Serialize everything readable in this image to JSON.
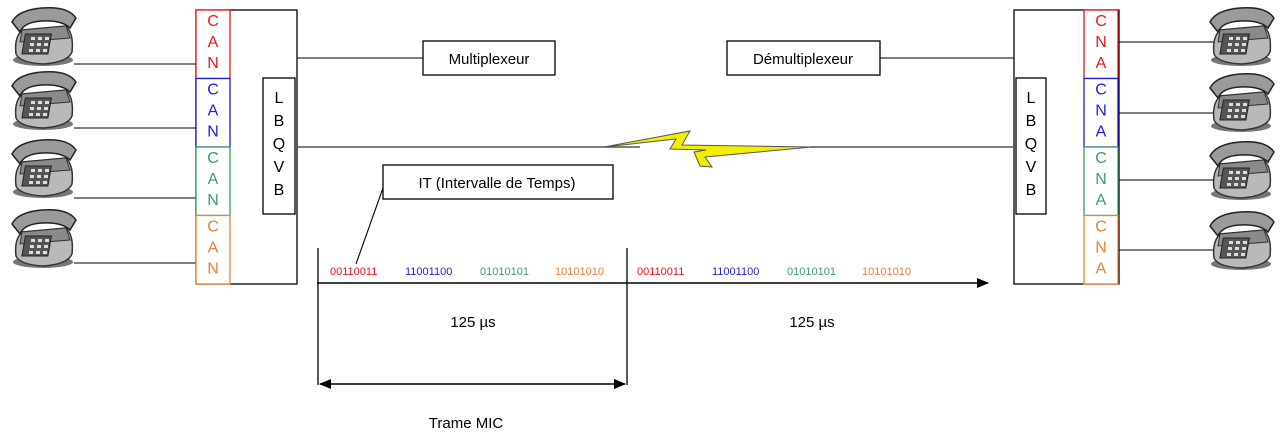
{
  "colors": {
    "red": "#e8161b",
    "blue": "#1d1ddb",
    "green": "#3e9b6a",
    "orange": "#ec7f36",
    "lightning": "#f2ee00"
  },
  "left_converters": [
    {
      "letters": [
        "C",
        "A",
        "N"
      ],
      "color": "#e8161b"
    },
    {
      "letters": [
        "C",
        "A",
        "N"
      ],
      "color": "#1d1ddb"
    },
    {
      "letters": [
        "C",
        "A",
        "N"
      ],
      "color": "#3e9b6a"
    },
    {
      "letters": [
        "C",
        "A",
        "N"
      ],
      "color": "#ec7f36"
    }
  ],
  "right_converters": [
    {
      "letters": [
        "C",
        "N",
        "A"
      ],
      "color": "#e8161b"
    },
    {
      "letters": [
        "C",
        "N",
        "A"
      ],
      "color": "#1d1ddb"
    },
    {
      "letters": [
        "C",
        "N",
        "A"
      ],
      "color": "#3e9b6a"
    },
    {
      "letters": [
        "C",
        "N",
        "A"
      ],
      "color": "#ec7f36"
    }
  ],
  "lbqvb_letters": [
    "L",
    "B",
    "Q",
    "V",
    "B"
  ],
  "labels": {
    "multiplexeur": "Multiplexeur",
    "demultiplexeur": "Démultiplexeur",
    "it": "IT (Intervalle de Temps)",
    "duration1": "125 µs",
    "duration2": "125 µs",
    "trame": "Trame MIC"
  },
  "frames": [
    [
      {
        "bits": "00110011",
        "color": "#e8161b"
      },
      {
        "bits": "11001100",
        "color": "#1d1ddb"
      },
      {
        "bits": "01010101",
        "color": "#3e9b6a"
      },
      {
        "bits": "10101010",
        "color": "#ec7f36"
      }
    ],
    [
      {
        "bits": "00110011",
        "color": "#e8161b"
      },
      {
        "bits": "11001100",
        "color": "#1d1ddb"
      },
      {
        "bits": "01010101",
        "color": "#3e9b6a"
      },
      {
        "bits": "10101010",
        "color": "#ec7f36"
      }
    ]
  ],
  "phone_icon": "telephone-icon"
}
